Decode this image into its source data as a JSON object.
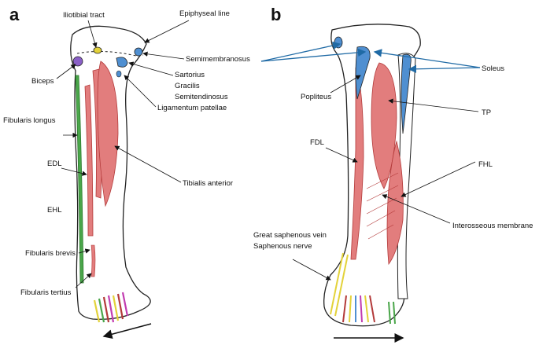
{
  "panels": [
    {
      "letter": "a",
      "labels": {
        "iliotibial": "Iliotibial tract",
        "epiphyseal": "Epiphyseal line",
        "biceps": "Biceps",
        "semimembranosus": "Semimembranosus",
        "sartorius": "Sartorius",
        "gracilis": "Gracilis",
        "semitendinosus": "Semitendinosus",
        "lig_patellae": "Ligamentum patellae",
        "fibularis_longus": "Fibularis longus",
        "edl": "EDL",
        "ehl": "EHL",
        "tibialis_anterior": "Tibialis anterior",
        "fibularis_brevis": "Fibularis brevis",
        "fibularis_tertius": "Fibularis tertius"
      }
    },
    {
      "letter": "b",
      "labels": {
        "soleus": "Soleus",
        "popliteus": "Popliteus",
        "tp": "TP",
        "fdl": "FDL",
        "fhl": "FHL",
        "interosseous": "Interosseous membrane",
        "saphenous_vein": "Great saphenous vein",
        "saphenous_nerve": "Saphenous nerve"
      }
    }
  ],
  "colors": {
    "muscle_red": "#e27d7d",
    "muscle_red_dark": "#b33a3a",
    "blue_attachment": "#4f8fd1",
    "green_tendon": "#4aa64a",
    "yellow_tendon": "#e3d23a",
    "purple_attachment": "#8a5fc7",
    "leader_line": "#111111",
    "blue_leader": "#1f6aa5"
  }
}
